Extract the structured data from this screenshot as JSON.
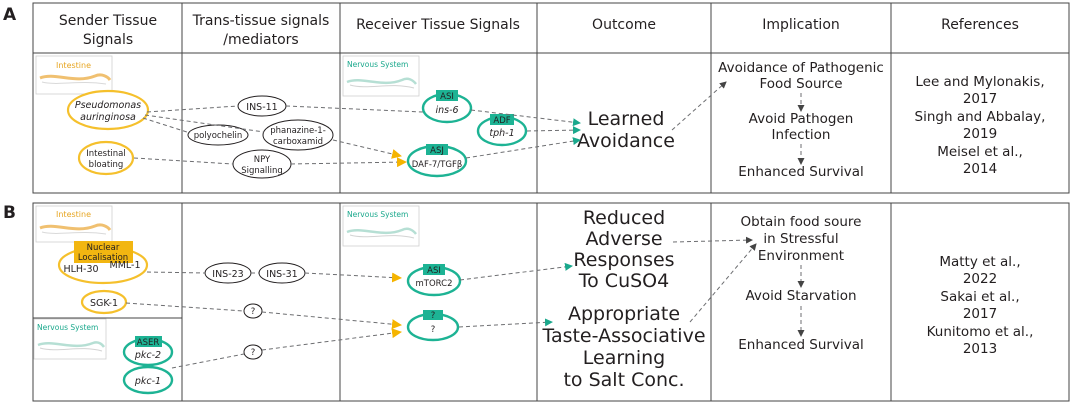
{
  "header": {
    "sender": [
      "Sender Tissue",
      "Signals"
    ],
    "mediators": [
      "Trans-tissue signals",
      "/mediators"
    ],
    "receiver": "Receiver Tissue Signals",
    "outcome": "Outcome",
    "implication": "Implication",
    "references": "References"
  },
  "panelA": {
    "label": "A",
    "intestine_label": "Intestine",
    "nervous_label": "Nervous System",
    "pseudomonas": [
      "Pseudomonas",
      "auringinosa"
    ],
    "bloating": [
      "Intestinal",
      "bloating"
    ],
    "ins11": "INS-11",
    "polyochelin": "polyochelin",
    "phanazine": [
      "phanazine-1-",
      "carboxamid"
    ],
    "npy": [
      "NPY",
      "Signalling"
    ],
    "asi_tag": "ASI",
    "asi_gene": "ins-6",
    "adf_tag": "ADF",
    "adf_gene": "tph-1",
    "asj_tag": "ASJ",
    "asj_gene": "DAF-7/TGFβ",
    "outcome": [
      "Learned",
      "Avoidance"
    ],
    "implication": [
      "Avoidance of Pathogenic",
      "Food Source",
      "Avoid Pathogen",
      "Infection",
      "Enhanced Survival"
    ],
    "references": [
      "Lee and Mylonakis,",
      "2017",
      "Singh and Abbalay,",
      "2019",
      "Meisel et al.,",
      "2014"
    ]
  },
  "panelB": {
    "label": "B",
    "intestine_label": "Intestine",
    "nervous_label_receiver": "Nervous System",
    "nervous_label_sender": "Nervous System",
    "nuclear": [
      "Nuclear",
      "Localisation"
    ],
    "hlh30": "HLH-30",
    "mml1": "MML-1",
    "sgk1": "SGK-1",
    "aser_tag": "ASER",
    "pkc2": "pkc-2",
    "pkc1": "pkc-1",
    "ins23": "INS-23",
    "ins31": "INS-31",
    "q": "?",
    "asi_tag": "ASI",
    "asi_gene": "mTORC2",
    "q_tag": "?",
    "q_gene": "?",
    "outcome1": [
      "Reduced",
      "Adverse",
      "Responses",
      "To CuSO4"
    ],
    "outcome2": [
      "Appropriate",
      "Taste-Associative",
      "Learning",
      "to Salt Conc."
    ],
    "implication": [
      "Obtain food soure",
      "in Stressful",
      "Environment",
      "Avoid Starvation",
      "Enhanced Survival"
    ],
    "references": [
      "Matty et al.,",
      "2022",
      "Sakai et al.,",
      "2017",
      "Kunitomo et al.,",
      "2013"
    ]
  },
  "colors": {
    "yellow": "#f5c02c",
    "teal": "#18a98b",
    "tagTeal": "#1db394",
    "nuclearTag": "#f2b611",
    "gray": "#6d6e71"
  }
}
